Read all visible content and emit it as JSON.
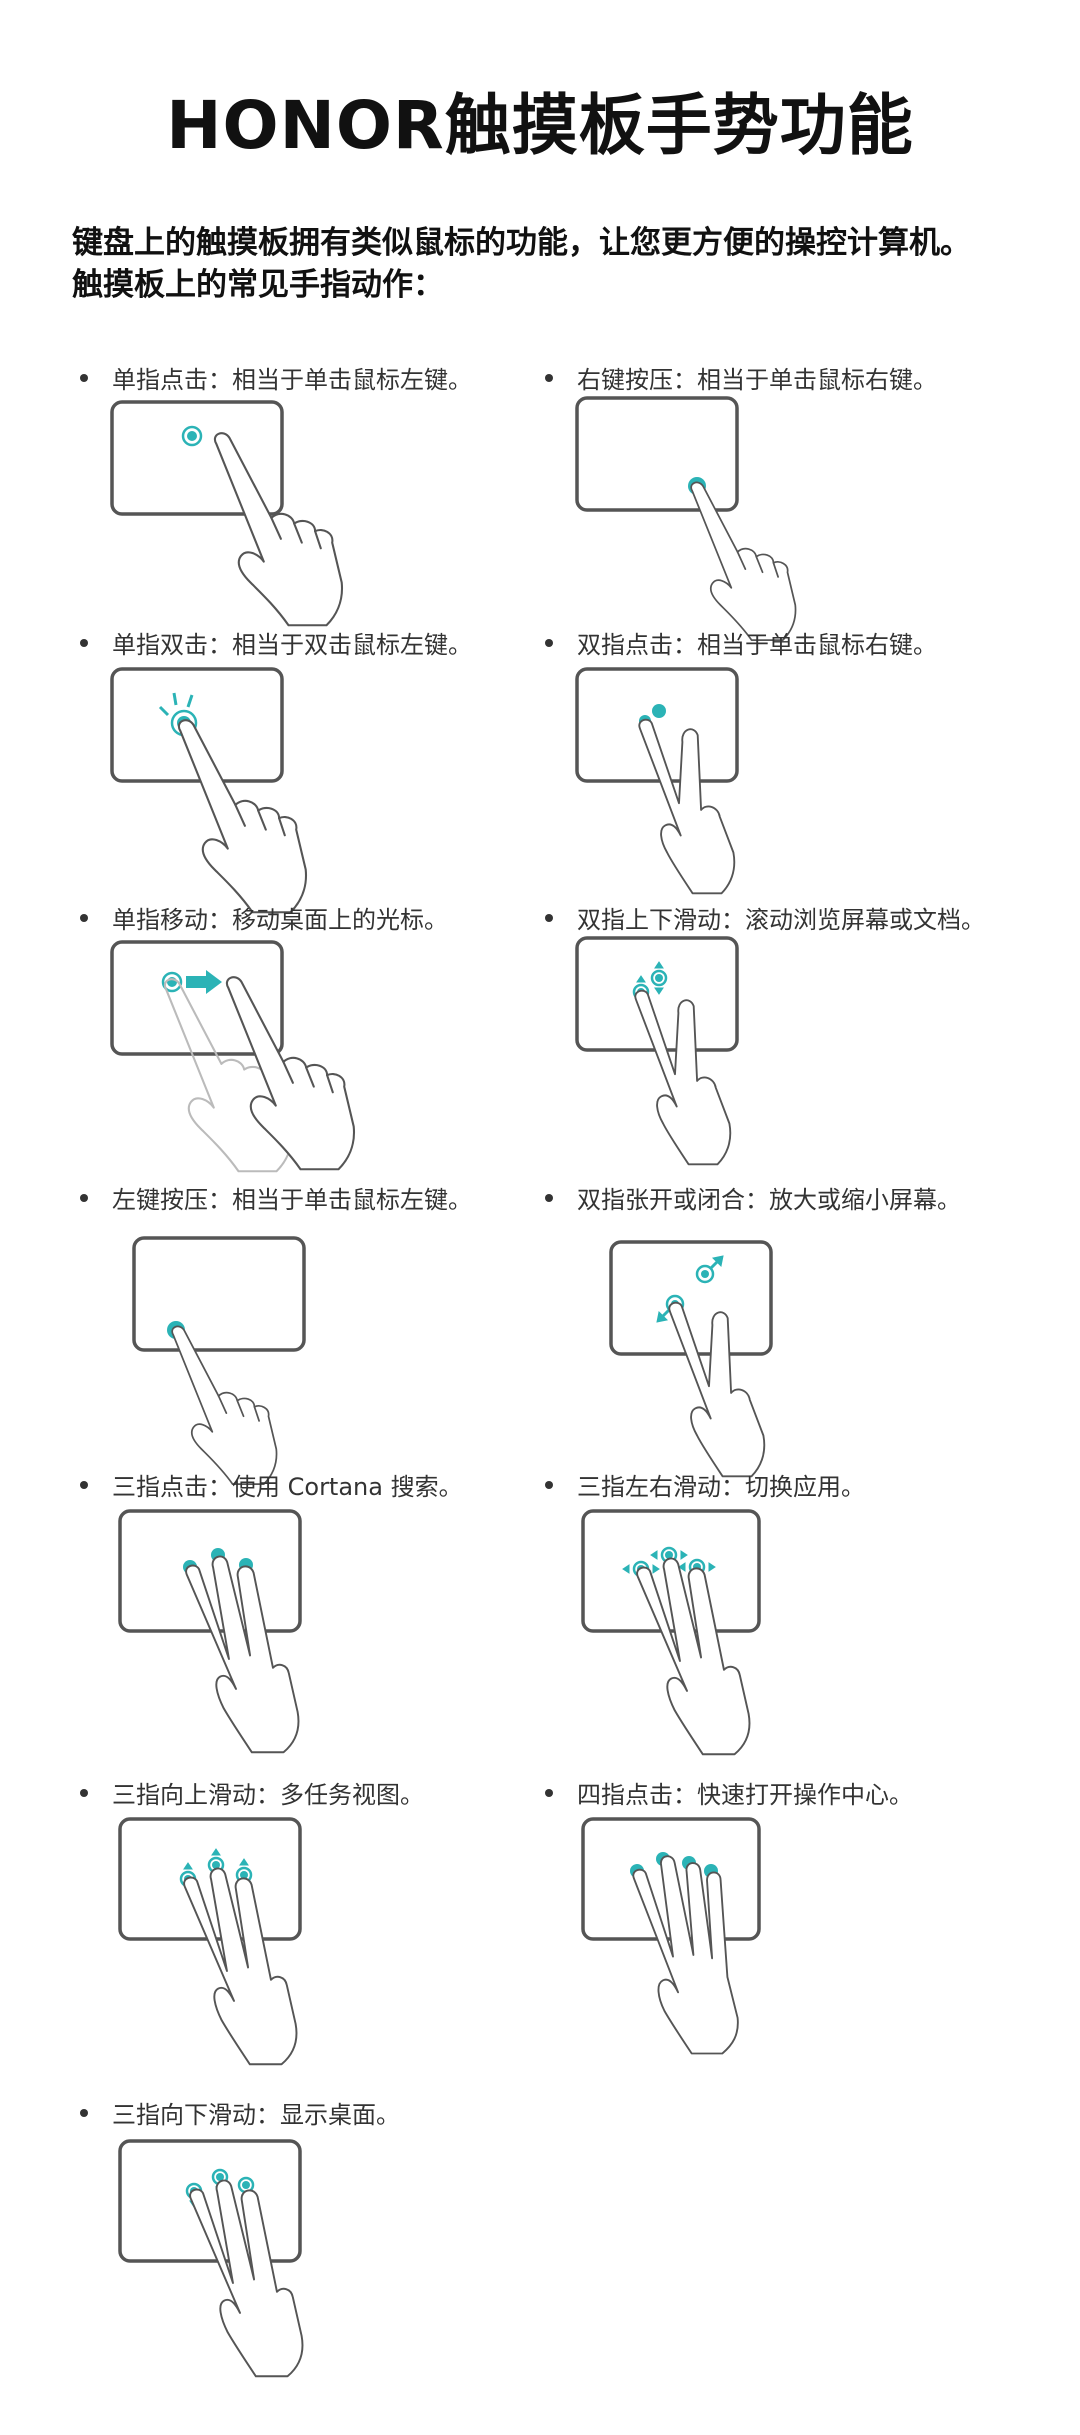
{
  "title": "HONOR触摸板手势功能",
  "intro": {
    "line1": "键盘上的触摸板拥有类似鼠标的功能，让您更方便的操控计算机。",
    "line2": "触摸板上的常见手指动作："
  },
  "gestures": [
    {
      "label": "单指点击：相当于单击鼠标左键。",
      "icon": "one-finger-tap"
    },
    {
      "label": "右键按压：相当于单击鼠标右键。",
      "icon": "right-press"
    },
    {
      "label": "单指双击：相当于双击鼠标左键。",
      "icon": "one-finger-double-tap"
    },
    {
      "label": "双指点击：相当于单击鼠标右键。",
      "icon": "two-finger-tap"
    },
    {
      "label": "单指移动：移动桌面上的光标。",
      "icon": "one-finger-move"
    },
    {
      "label": "双指上下滑动：滚动浏览屏幕或文档。",
      "icon": "two-finger-scroll"
    },
    {
      "label": "左键按压：相当于单击鼠标左键。",
      "icon": "left-press"
    },
    {
      "label": "双指张开或闭合：放大或缩小屏幕。",
      "icon": "two-finger-pinch"
    },
    {
      "label": "三指点击：使用 Cortana 搜索。",
      "icon": "three-finger-tap"
    },
    {
      "label": "三指左右滑动：切换应用。",
      "icon": "three-finger-swipe-horizontal"
    },
    {
      "label": "三指向上滑动：多任务视图。",
      "icon": "three-finger-swipe-up"
    },
    {
      "label": "四指点击：快速打开操作中心。",
      "icon": "four-finger-tap"
    },
    {
      "label": "三指向下滑动：显示桌面。",
      "icon": "three-finger-swipe-down"
    }
  ],
  "colors": {
    "accent": "#2bb3b6",
    "outline": "#555555"
  }
}
